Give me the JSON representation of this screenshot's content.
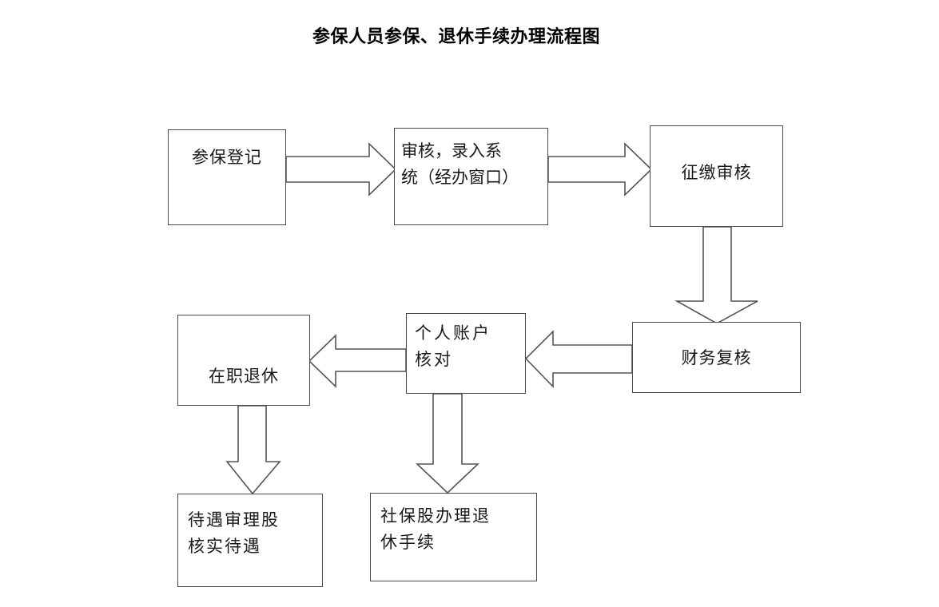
{
  "document": {
    "title": "参保人员参保、退休手续办理流程图",
    "type": "flowchart",
    "background_color": "#ffffff",
    "box_border_color": "#4a4a4a",
    "arrow_fill_color": "#ffffff",
    "arrow_stroke_color": "#555555",
    "text_color": "#1a1a1a"
  },
  "nodes": [
    {
      "id": "canbao-dengji",
      "label": "参保登记"
    },
    {
      "id": "shenhe-luru",
      "label": "审核，录入系\n统（经办窗口）"
    },
    {
      "id": "zhengjiao-shenhe",
      "label": "征缴审核"
    },
    {
      "id": "zaizhi-tuixiu",
      "label": "在职退休"
    },
    {
      "id": "geren-zhanghu",
      "label": "个人账户\n核对"
    },
    {
      "id": "caiwu-fuhe",
      "label": "财务复核"
    },
    {
      "id": "daiyu-shenli",
      "label": "待遇审理股\n核实待遇"
    },
    {
      "id": "shebao-gu",
      "label": "社保股办理退\n休手续"
    }
  ],
  "edges": [
    {
      "from": "canbao-dengji",
      "to": "shenhe-luru",
      "direction": "right"
    },
    {
      "from": "shenhe-luru",
      "to": "zhengjiao-shenhe",
      "direction": "right"
    },
    {
      "from": "zhengjiao-shenhe",
      "to": "caiwu-fuhe",
      "direction": "down"
    },
    {
      "from": "caiwu-fuhe",
      "to": "geren-zhanghu",
      "direction": "left"
    },
    {
      "from": "geren-zhanghu",
      "to": "zaizhi-tuixiu",
      "direction": "left"
    },
    {
      "from": "zaizhi-tuixiu",
      "to": "daiyu-shenli",
      "direction": "down"
    },
    {
      "from": "geren-zhanghu",
      "to": "shebao-gu",
      "direction": "down"
    }
  ]
}
